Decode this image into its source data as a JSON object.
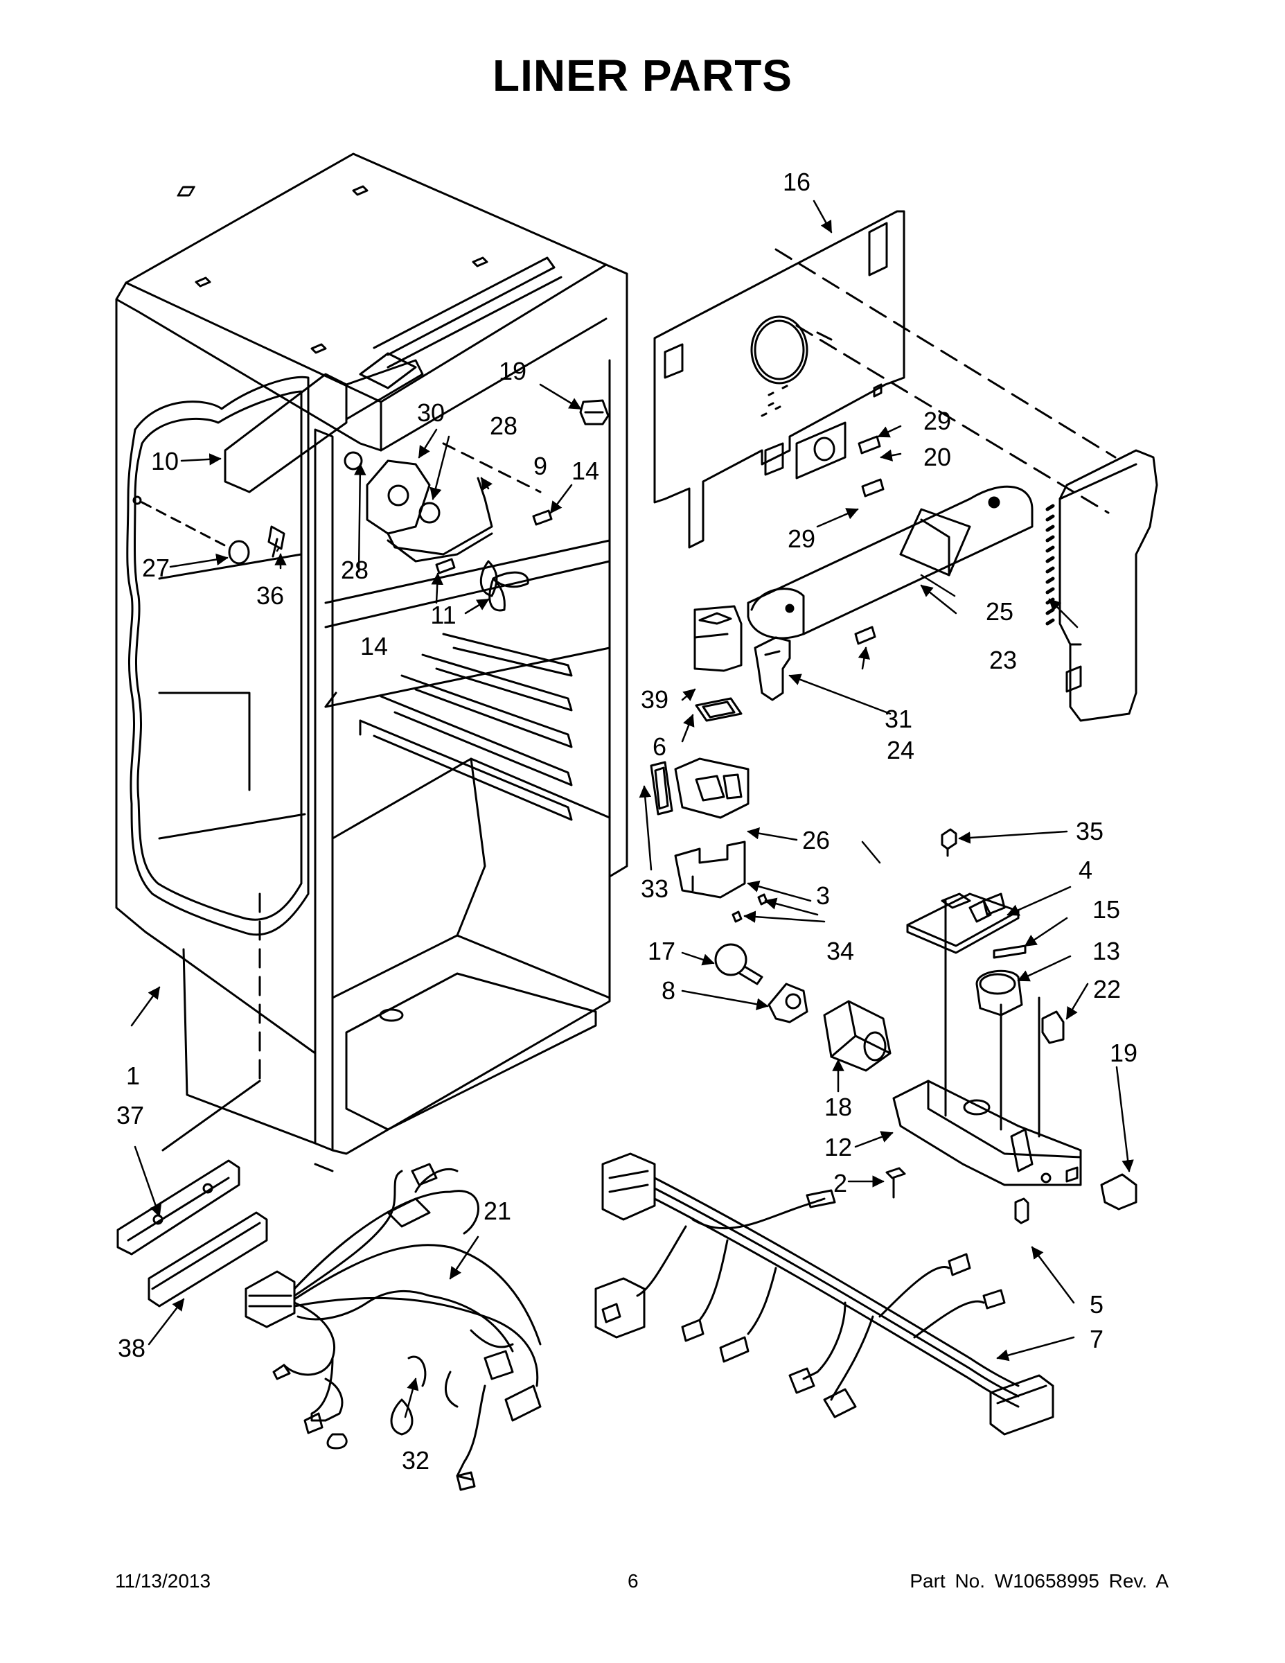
{
  "title": "LINER PARTS",
  "footer": {
    "date": "11/13/2013",
    "page": "6",
    "part_number": "Part No.  W10658995  Rev.  A"
  },
  "callouts": [
    {
      "id": "c1",
      "label": "1"
    },
    {
      "id": "c2",
      "label": "2"
    },
    {
      "id": "c3",
      "label": "3"
    },
    {
      "id": "c4",
      "label": "4"
    },
    {
      "id": "c5",
      "label": "5"
    },
    {
      "id": "c6",
      "label": "6"
    },
    {
      "id": "c7",
      "label": "7"
    },
    {
      "id": "c8",
      "label": "8"
    },
    {
      "id": "c9",
      "label": "9"
    },
    {
      "id": "c10",
      "label": "10"
    },
    {
      "id": "c11",
      "label": "11"
    },
    {
      "id": "c12",
      "label": "12"
    },
    {
      "id": "c13",
      "label": "13"
    },
    {
      "id": "c14a",
      "label": "14"
    },
    {
      "id": "c14b",
      "label": "14"
    },
    {
      "id": "c15",
      "label": "15"
    },
    {
      "id": "c16",
      "label": "16"
    },
    {
      "id": "c17",
      "label": "17"
    },
    {
      "id": "c18",
      "label": "18"
    },
    {
      "id": "c19a",
      "label": "19"
    },
    {
      "id": "c19b",
      "label": "19"
    },
    {
      "id": "c20",
      "label": "20"
    },
    {
      "id": "c21",
      "label": "21"
    },
    {
      "id": "c22",
      "label": "22"
    },
    {
      "id": "c23",
      "label": "23"
    },
    {
      "id": "c24",
      "label": "24"
    },
    {
      "id": "c25",
      "label": "25"
    },
    {
      "id": "c26",
      "label": "26"
    },
    {
      "id": "c27",
      "label": "27"
    },
    {
      "id": "c28a",
      "label": "28"
    },
    {
      "id": "c28b",
      "label": "28"
    },
    {
      "id": "c29a",
      "label": "29"
    },
    {
      "id": "c29b",
      "label": "29"
    },
    {
      "id": "c30",
      "label": "30"
    },
    {
      "id": "c31",
      "label": "31"
    },
    {
      "id": "c32",
      "label": "32"
    },
    {
      "id": "c33",
      "label": "33"
    },
    {
      "id": "c34",
      "label": "34"
    },
    {
      "id": "c35",
      "label": "35"
    },
    {
      "id": "c36",
      "label": "36"
    },
    {
      "id": "c37",
      "label": "37"
    },
    {
      "id": "c38",
      "label": "38"
    },
    {
      "id": "c39",
      "label": "39"
    }
  ]
}
